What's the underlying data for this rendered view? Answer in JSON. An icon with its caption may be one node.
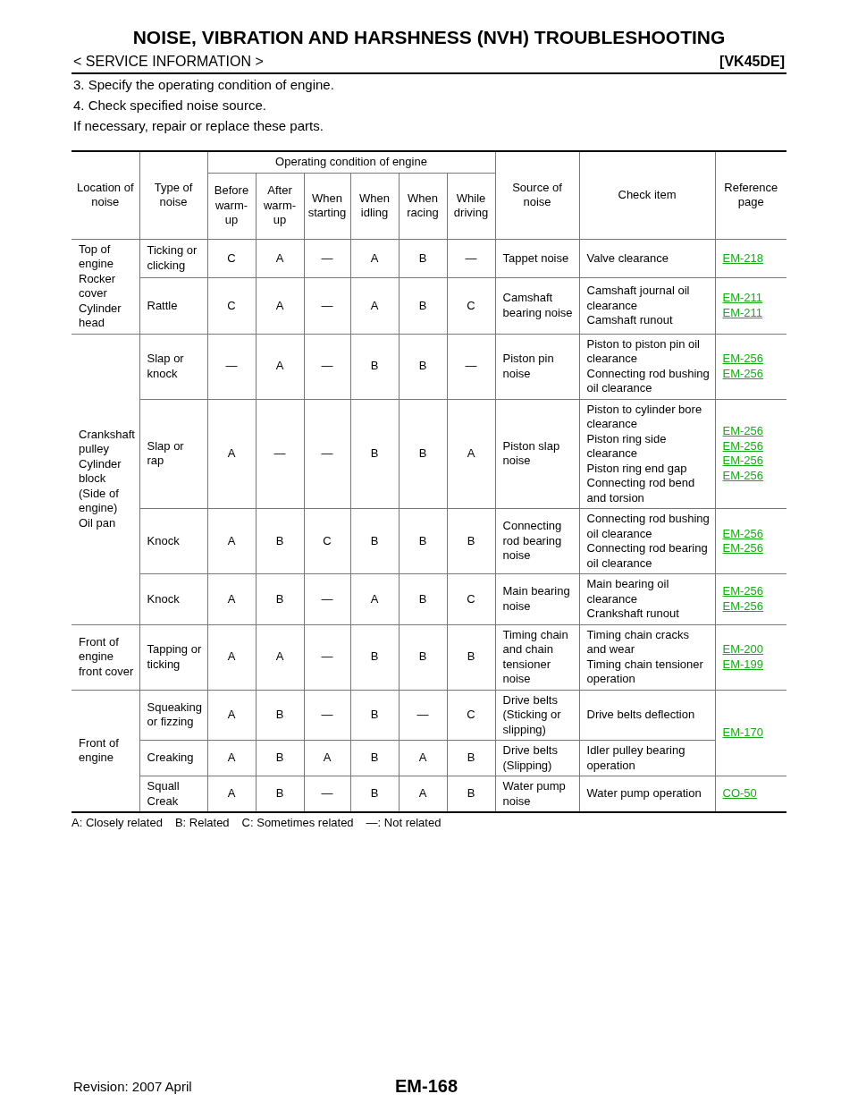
{
  "diagram": {
    "title": "NOISE, VIBRATION AND HARSHNESS (NVH) TROUBLESHOOTING",
    "labels": [
      "< SERVICE INFORMATION >",
      "[VK45DE]",
      "3. Specify the operating condition of engine.",
      "4. Check specified noise source.",
      "If necessary, repair or replace these parts.",
      "Location of noise",
      "Type of noise",
      "Operating condition of engine",
      "Source of noise",
      "Check item",
      "Reference page",
      "Before warm-up",
      "After warm-up",
      "When starting",
      "When idling",
      "When racing",
      "While driving",
      "Top of engine",
      "Rocker cover",
      "Cylinder head",
      "Ticking or clicking",
      "C",
      "A",
      "—",
      "A",
      "B",
      "—",
      "Tappet noise",
      "Valve clearance",
      "EM-218",
      "Rattle",
      "C",
      "A",
      "—",
      "A",
      "B",
      "C",
      "Camshaft bearing noise",
      "Camshaft journal oil clearance",
      "Camshaft runout",
      "EM-211",
      "EM-211",
      "Crankshaft pulley",
      "Cylinder block",
      "(Side of engine)",
      "Oil pan",
      "Slap or knock",
      "—",
      "A",
      "—",
      "B",
      "B",
      "—",
      "Piston pin noise",
      "Piston to piston pin oil clearance",
      "Connecting rod bushing oil clearance",
      "EM-256",
      "EM-256",
      "Slap or rap",
      "A",
      "—",
      "—",
      "B",
      "B",
      "A",
      "Piston slap noise",
      "Piston to cylinder bore clearance",
      "Piston ring side clearance",
      "Piston ring end gap",
      "Connecting rod bend and torsion",
      "EM-256",
      "EM-256",
      "EM-256",
      "EM-256",
      "Knock",
      "A",
      "B",
      "C",
      "B",
      "B",
      "B",
      "Connecting rod bearing noise",
      "Connecting rod bushing oil clearance",
      "Connecting rod bearing oil clearance",
      "EM-256",
      "EM-256",
      "Knock",
      "A",
      "B",
      "—",
      "A",
      "B",
      "C",
      "Main bearing noise",
      "Main bearing oil clearance",
      "Crankshaft runout",
      "EM-256",
      "EM-256",
      "Front of engine front cover",
      "Tapping or ticking",
      "A",
      "A",
      "—",
      "B",
      "B",
      "B",
      "Timing chain and chain tensioner noise",
      "Timing chain cracks and wear",
      "Timing chain tensioner operation",
      "EM-200",
      "EM-199",
      "Front of engine",
      "Squeaking or fizzing",
      "A",
      "B",
      "—",
      "B",
      "—",
      "C",
      "Drive belts (Sticking or slipping)",
      "Drive belts deflection",
      "EM-170",
      "Creaking",
      "A",
      "B",
      "A",
      "B",
      "A",
      "B",
      "Drive belts (Slipping)",
      "Idler pulley bearing operation",
      "Squall",
      "Creak",
      "A",
      "B",
      "—",
      "B",
      "A",
      "B",
      "Water pump noise",
      "Water pump operation",
      "CO-50",
      "A: Closely related",
      "B: Related",
      "C: Sometimes related",
      "—: Not related",
      "Revision: 2007 April",
      "EM-168"
    ]
  }
}
